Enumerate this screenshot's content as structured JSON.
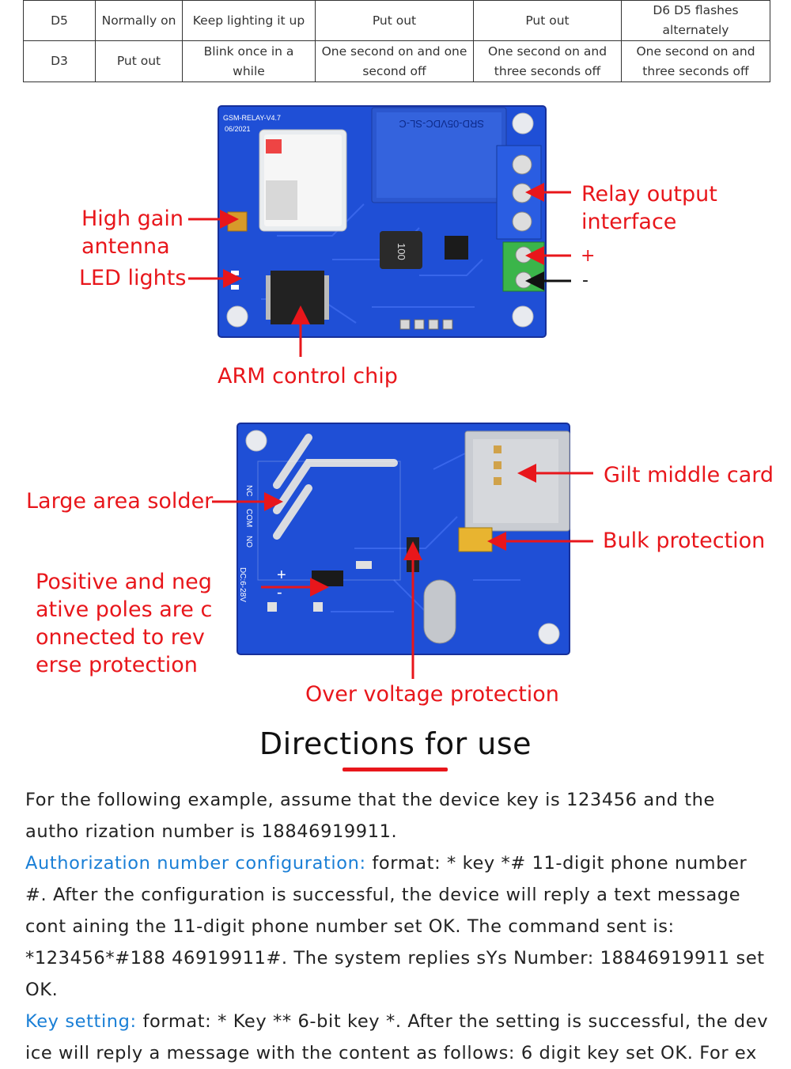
{
  "table": {
    "rows": [
      [
        "D5",
        "Normally on",
        "Keep lighting it up",
        "Put out",
        "Put out",
        "D6 D5 flashes alternately"
      ],
      [
        "D3",
        "Put out",
        "Blink once in a while",
        "One second on and one second off",
        "One second on and three seconds off",
        "One second on and three seconds off"
      ]
    ]
  },
  "board_top": {
    "silkscreen_model": "GSM-RELAY-V4.7",
    "silkscreen_date": "06/2021",
    "relay_text": "SRD-05VDC-SL-C",
    "inductor_text": "100",
    "labels": {
      "antenna": [
        "High gain",
        "antenna"
      ],
      "led": "LED lights",
      "arm": "ARM control chip",
      "relay": [
        "Relay output",
        "interface"
      ],
      "plus": "+",
      "minus": "-"
    }
  },
  "board_bottom": {
    "labels": {
      "solder": "Large area solder",
      "reverse": [
        "Positive and neg",
        "ative poles are c",
        "onnected to rev",
        "erse protection"
      ],
      "card": "Gilt middle card",
      "bulk": "Bulk protection",
      "overvoltage": "Over voltage protection"
    },
    "silk": [
      "NC",
      "COM",
      "NO",
      "DC:6-28V"
    ]
  },
  "directions": {
    "title": "Directions for use",
    "intro": "For the following example, assume that the device key is 123456 and the autho rization number is 18846919911.",
    "auth_heading": "Authorization number configuration:",
    "auth_text": " format: * key *# 11-digit phone number #. After the configuration is successful, the device will reply a text message cont aining the 11-digit phone number set OK. The command sent is: *123456*#188 46919911#. The system replies sYs Number: 18846919911 set OK.",
    "key_heading": "Key setting:",
    "key_text": " format: * Key ** 6-bit key *. After the setting is successful, the dev ice will reply a message with the content as follows: 6 digit key set OK. For ex"
  },
  "colors": {
    "accent": "#e8161b",
    "link": "#1a7fd6",
    "pcb": "#1f4fd6"
  }
}
